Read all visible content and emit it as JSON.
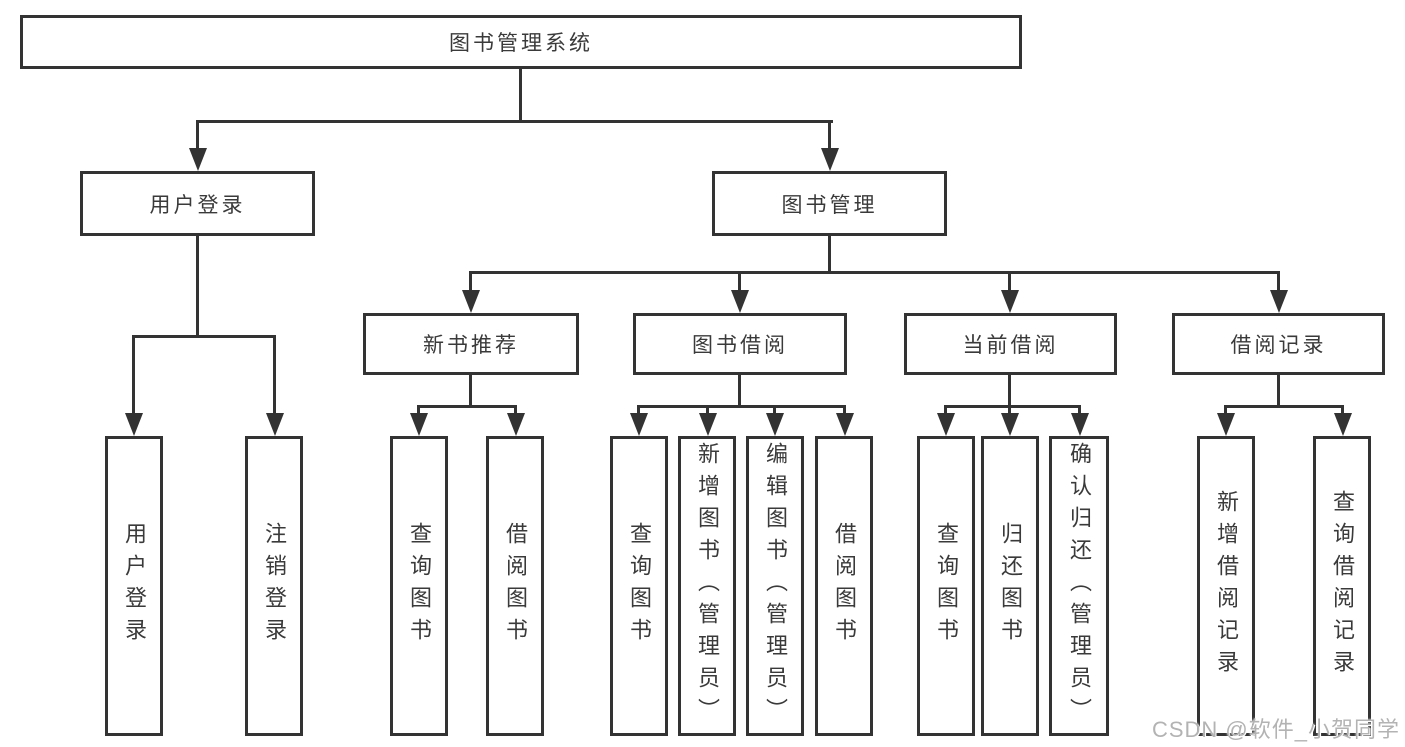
{
  "diagram": {
    "root": {
      "label": "图书管理系统"
    },
    "level2": [
      {
        "label": "用户登录"
      },
      {
        "label": "图书管理"
      }
    ],
    "level3": [
      {
        "label": "新书推荐"
      },
      {
        "label": "图书借阅"
      },
      {
        "label": "当前借阅"
      },
      {
        "label": "借阅记录"
      }
    ],
    "leaves": {
      "login": [
        {
          "label": "用户登录"
        },
        {
          "label": "注销登录"
        }
      ],
      "recommend": [
        {
          "label": "查询图书"
        },
        {
          "label": "借阅图书"
        }
      ],
      "borrow": [
        {
          "label": "查询图书"
        },
        {
          "label": "新增图书（管理员）"
        },
        {
          "label": "编辑图书（管理员）"
        },
        {
          "label": "借阅图书"
        }
      ],
      "current": [
        {
          "label": "查询图书"
        },
        {
          "label": "归还图书"
        },
        {
          "label": "确认归还（管理员）"
        }
      ],
      "records": [
        {
          "label": "新增借阅记录"
        },
        {
          "label": "查询借阅记录"
        }
      ]
    }
  },
  "watermark": {
    "text": "CSDN @软件_小贺同学"
  },
  "colors": {
    "line": "#333333",
    "text": "#3a3a3a",
    "background": "#ffffff",
    "watermark": "#b3b3b3"
  }
}
